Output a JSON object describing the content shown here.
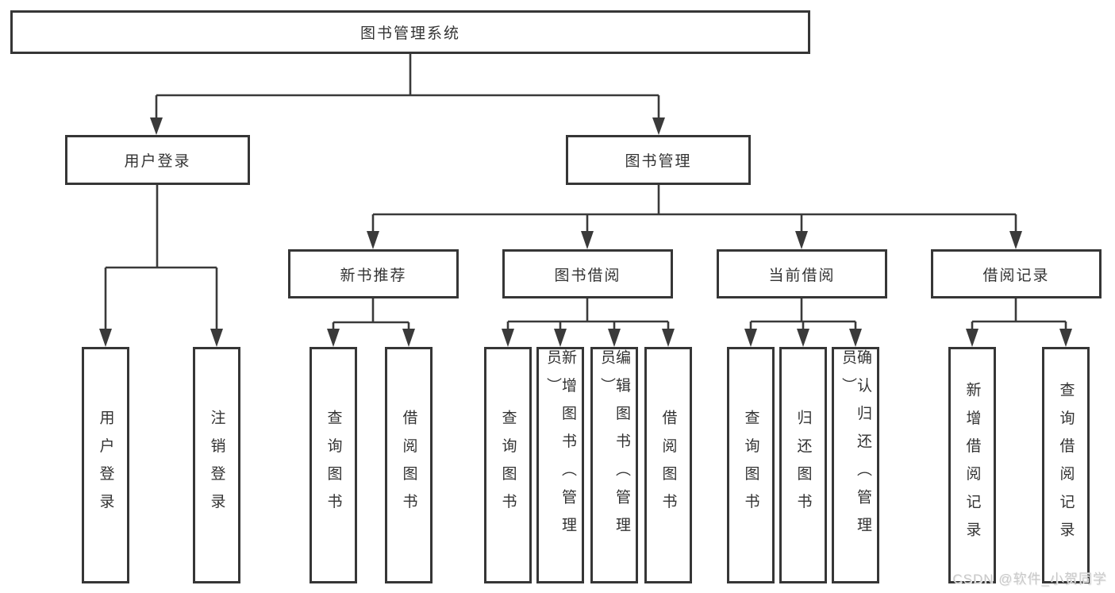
{
  "colors": {
    "line": "#3a3a3a",
    "box_border": "#363636",
    "text": "#333333",
    "background": "#ffffff",
    "watermark_gray": "#c9c9c9"
  },
  "watermark": "CSDN @软件_小贺同学",
  "tree": {
    "root": "图书管理系统",
    "login_branch": {
      "label": "用户登录",
      "children": [
        "用户登录",
        "注销登录"
      ]
    },
    "management_branch": {
      "label": "图书管理",
      "groups": [
        {
          "label": "新书推荐",
          "children": [
            "查询图书",
            "借阅图书"
          ]
        },
        {
          "label": "图书借阅",
          "children": [
            "查询图书",
            "新增图书（管理员）",
            "编辑图书（管理员）",
            "借阅图书"
          ]
        },
        {
          "label": "当前借阅",
          "children": [
            "查询图书",
            "归还图书",
            "确认归还（管理员）"
          ]
        },
        {
          "label": "借阅记录",
          "children": [
            "新增借阅记录",
            "查询借阅记录"
          ]
        }
      ]
    }
  }
}
